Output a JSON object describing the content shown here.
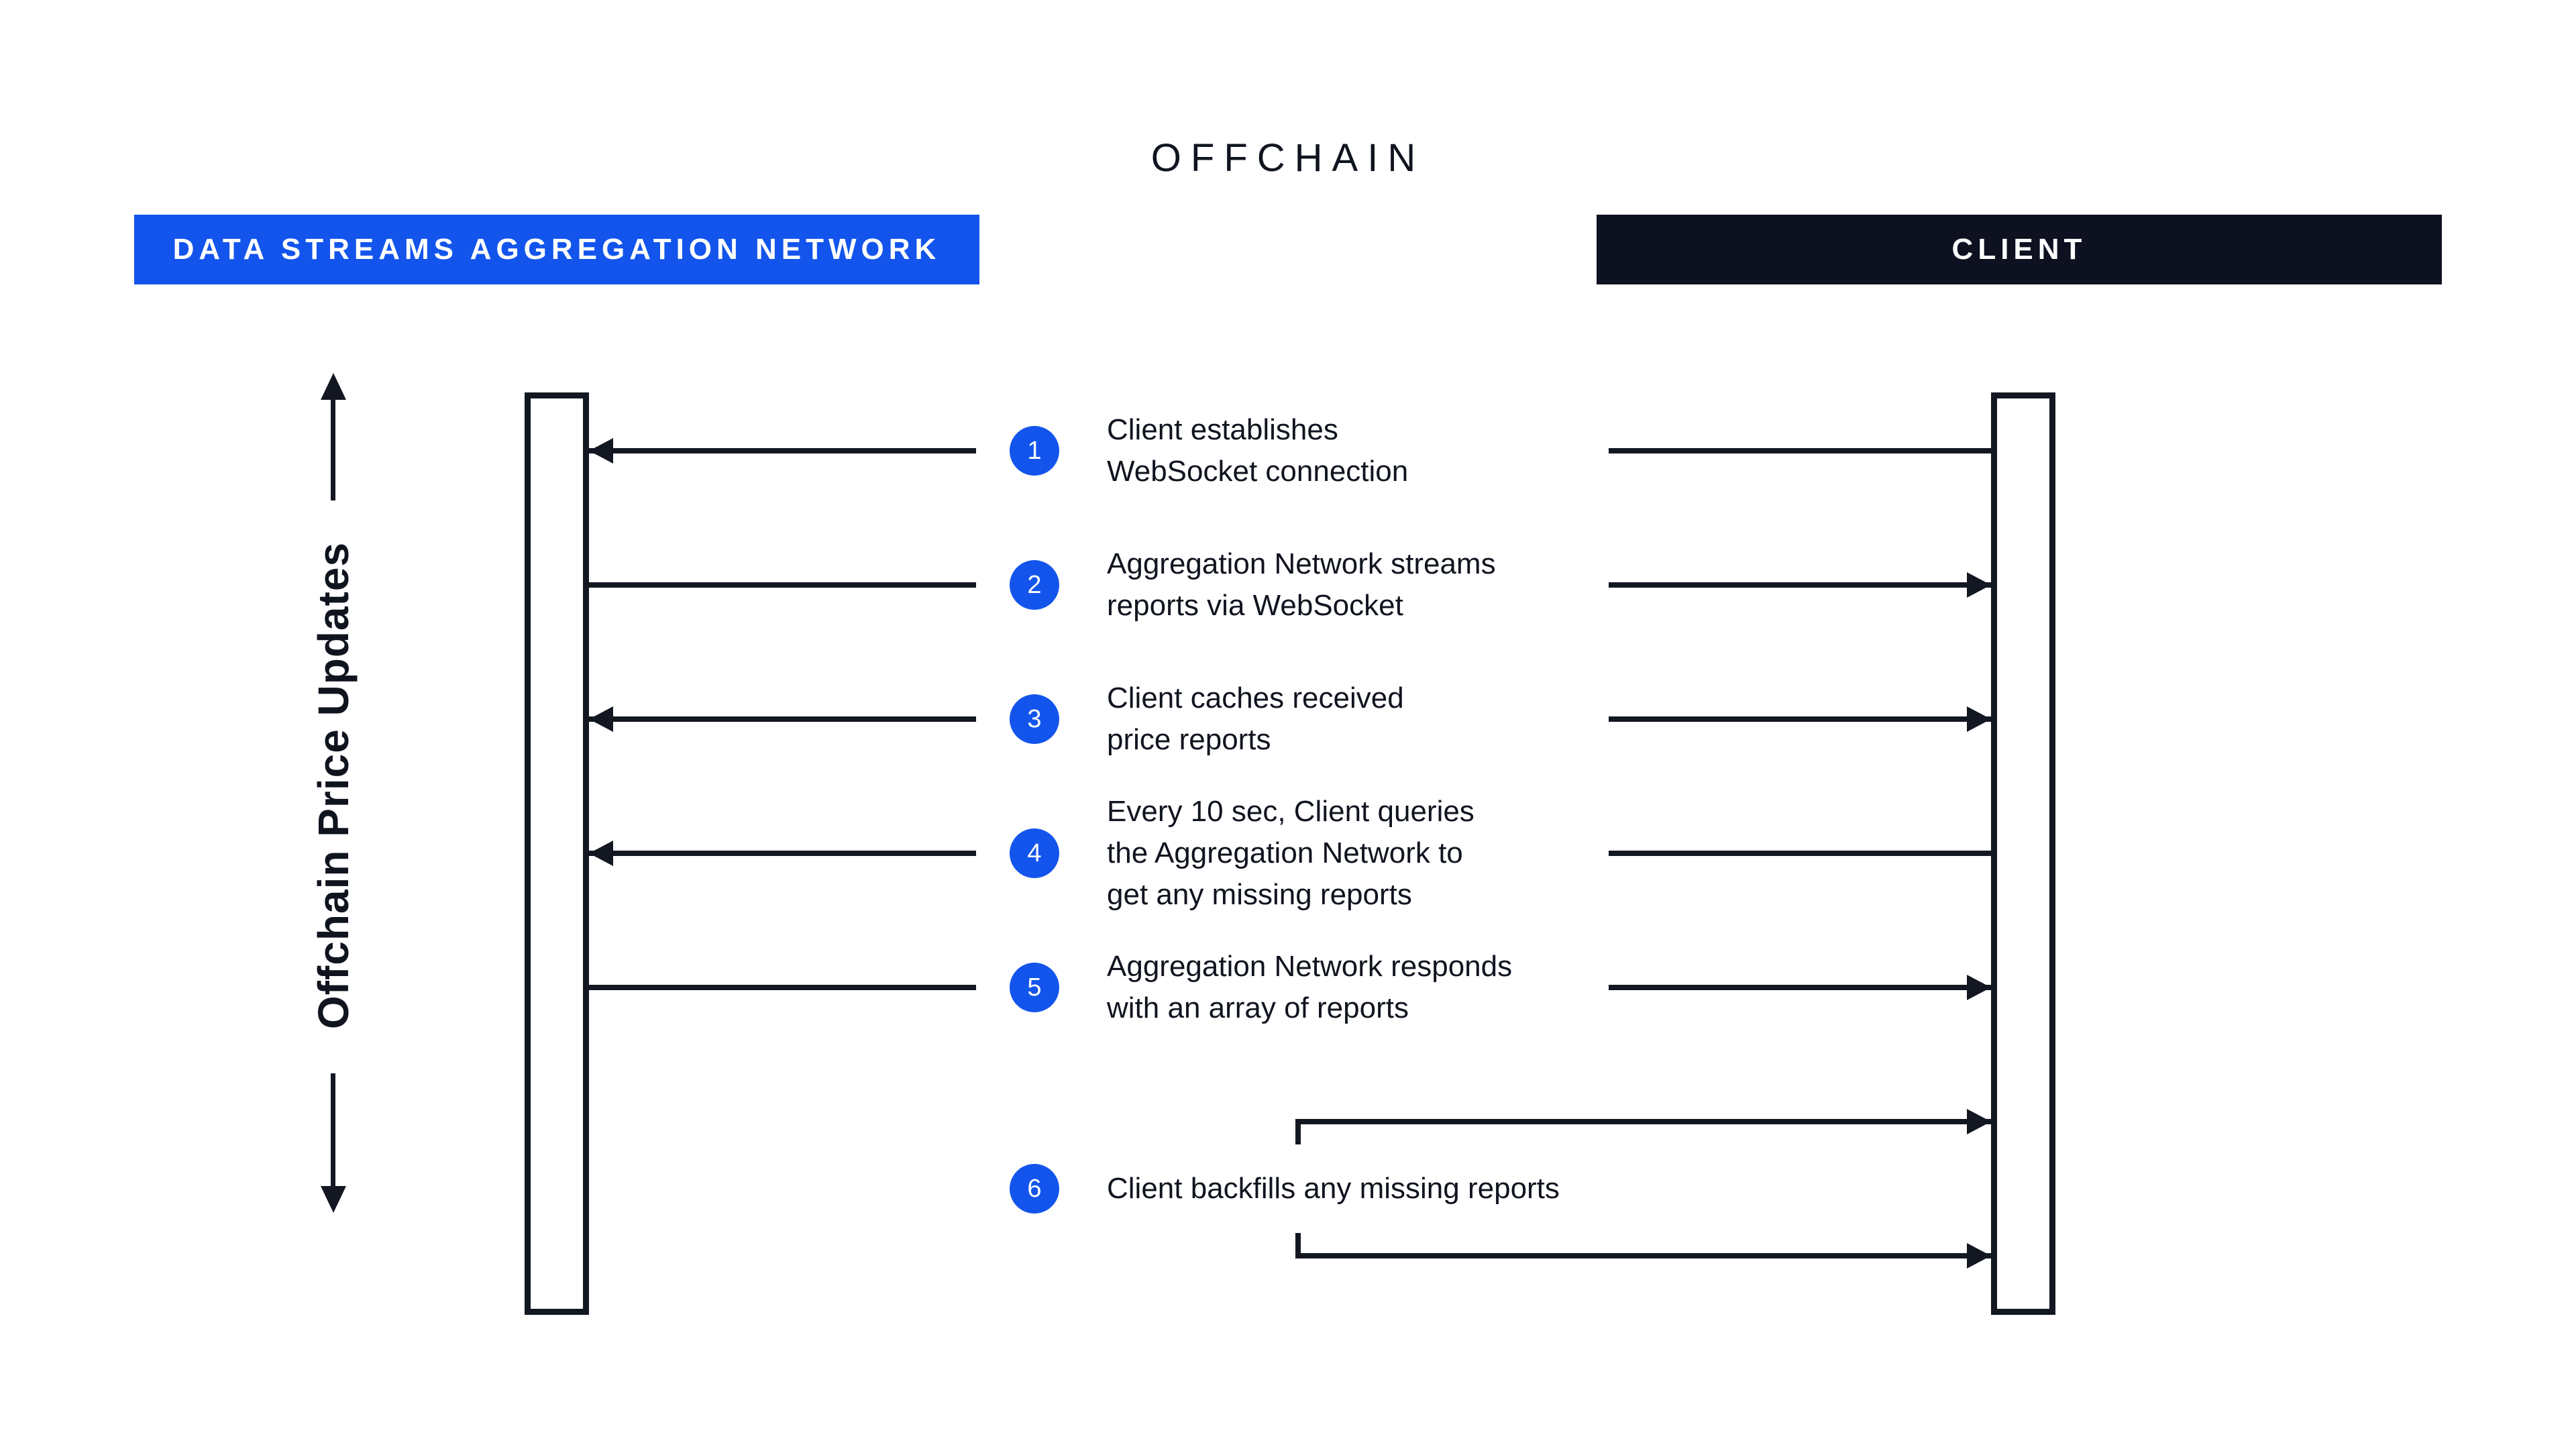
{
  "title": "OFFCHAIN",
  "colors": {
    "accent_blue": "#1355ec",
    "dark_navy": "#0d1120",
    "line": "#131722",
    "background": "#ffffff",
    "text": "#10141f"
  },
  "actors": {
    "network": {
      "label": "DATA STREAMS AGGREGATION NETWORK",
      "color": "#1355ec"
    },
    "client": {
      "label": "CLIENT",
      "color": "#0d1120"
    }
  },
  "axis": {
    "label": "Offchain Price Updates"
  },
  "steps": [
    {
      "number": "1",
      "text": "Client establishes\nWebSocket connection",
      "direction": "client-to-network"
    },
    {
      "number": "2",
      "text": "Aggregation Network streams\nreports via WebSocket",
      "direction": "network-to-client"
    },
    {
      "number": "3",
      "text": "Client caches received\nprice reports",
      "direction": "both"
    },
    {
      "number": "4",
      "text": "Every 10 sec, Client queries\nthe Aggregation Network to\nget any missing reports",
      "direction": "client-to-network"
    },
    {
      "number": "5",
      "text": "Aggregation Network responds\nwith an array of reports",
      "direction": "network-to-client"
    },
    {
      "number": "6",
      "text": "Client backfills any missing reports",
      "direction": "client-self"
    }
  ]
}
